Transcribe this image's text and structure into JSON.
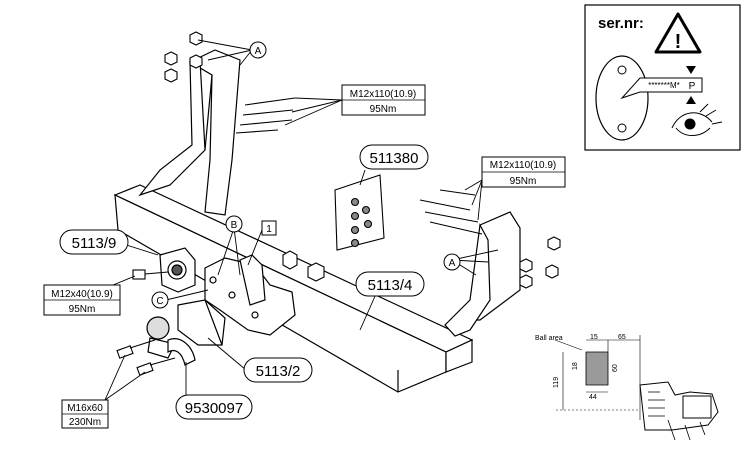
{
  "serial_box": {
    "title": "ser.nr:",
    "plate_text": "*******M*",
    "plate_letter": "P"
  },
  "callouts": {
    "a_top": "A",
    "a_right": "A",
    "b": "B",
    "c": "C",
    "item_1": "1"
  },
  "specs": {
    "bolt_top": {
      "size": "M12x110(10.9)",
      "torque": "95Nm"
    },
    "bolt_right": {
      "size": "M12x110(10.9)",
      "torque": "95Nm"
    },
    "bolt_left": {
      "size": "M12x40(10.9)",
      "torque": "95Nm"
    },
    "bolt_ball": {
      "size": "M16x60",
      "torque": "230Nm"
    }
  },
  "parts": {
    "p1": "511380",
    "p2": "5113/9",
    "p3": "5113/4",
    "p4": "5113/2",
    "p5": "9530097"
  },
  "ball_area": {
    "label": "Ball area",
    "dims": [
      "15",
      "65",
      "18",
      "60",
      "44",
      "119"
    ]
  },
  "colors": {
    "line": "#000000",
    "shade": "#9a9a9a",
    "box_border": "#000000"
  }
}
